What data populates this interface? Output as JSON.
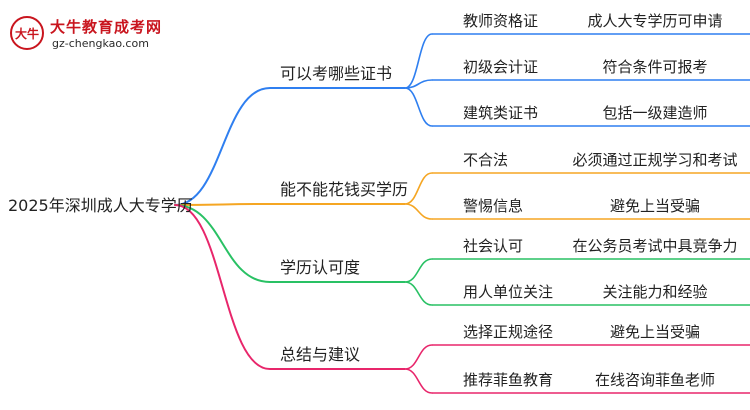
{
  "logo": {
    "mark": "大牛",
    "name": "大牛教育成考网",
    "url": "gz-chengkao.com"
  },
  "root": {
    "label": "2025年深圳成人大专学历"
  },
  "branches": [
    {
      "label": "可以考哪些证书",
      "color": "#2f7ff0",
      "children": [
        {
          "label": "教师资格证",
          "leaf": "成人大专学历可申请"
        },
        {
          "label": "初级会计证",
          "leaf": "符合条件可报考"
        },
        {
          "label": "建筑类证书",
          "leaf": "包括一级建造师"
        }
      ]
    },
    {
      "label": "能不能花钱买学历",
      "color": "#f5a623",
      "children": [
        {
          "label": "不合法",
          "leaf": "必须通过正规学习和考试"
        },
        {
          "label": "警惕信息",
          "leaf": "避免上当受骗"
        }
      ]
    },
    {
      "label": "学历认可度",
      "color": "#29c164",
      "children": [
        {
          "label": "社会认可",
          "leaf": "在公务员考试中具竞争力"
        },
        {
          "label": "用人单位关注",
          "leaf": "关注能力和经验"
        }
      ]
    },
    {
      "label": "总结与建议",
      "color": "#e8266b",
      "children": [
        {
          "label": "选择正规途径",
          "leaf": "避免上当受骗"
        },
        {
          "label": "推荐菲鱼教育",
          "leaf": "在线咨询菲鱼老师"
        }
      ]
    }
  ]
}
